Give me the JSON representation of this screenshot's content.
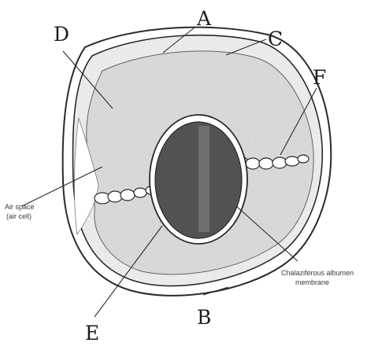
{
  "letters": {
    "a": "A",
    "b": "B",
    "c": "C",
    "d": "D",
    "e": "E",
    "f": "F"
  },
  "annotations": {
    "air_space_line1": "Air space",
    "air_space_line2": "(air cell)",
    "chalaziferous_line1": "Chalaziferous albumen",
    "chalaziferous_line2": "membrane"
  },
  "colors": {
    "yolk": "#555555",
    "albumen": "#dedede",
    "shell_outline": "#2a2a2a",
    "text": "#1c1c1c"
  }
}
